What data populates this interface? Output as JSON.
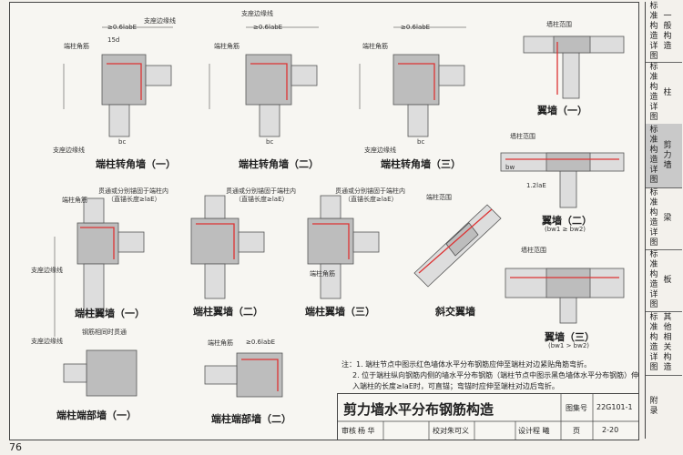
{
  "sidebar": {
    "tabs": [
      {
        "vertical": "标准构造详图",
        "big": "一般构造"
      },
      {
        "vertical": "标准构造详图",
        "big": "柱"
      },
      {
        "vertical": "标准构造详图",
        "big": "剪力墙"
      },
      {
        "vertical": "标准构造详图",
        "big": "梁"
      },
      {
        "vertical": "标准构造详图",
        "big": "板"
      },
      {
        "vertical": "标准构造详图",
        "big": "其他相关构造"
      },
      {
        "vertical": "附录",
        "big": ""
      }
    ],
    "active_index": 2
  },
  "diagrams": {
    "corner1": "端柱转角墙（一）",
    "corner2": "端柱转角墙（二）",
    "corner3": "端柱转角墙（三）",
    "wing1": "翼墙（一）",
    "wing2": "翼墙（二）",
    "wing2_sub": "(bw1 ≥ bw2)",
    "wing3": "翼墙（三）",
    "wing3_sub": "(bw1 > bw2)",
    "colwing1": "端柱翼墙（一）",
    "colwing2": "端柱翼墙（二）",
    "colwing3": "端柱翼墙（三）",
    "oblique": "斜交翼墙",
    "colend1": "端柱端部墙（一）",
    "colend2": "端柱端部墙（二）"
  },
  "annotations": {
    "col_range": "墙柱范围",
    "support_edge": "支座边缘线",
    "col_corner_bar": "端柱角筋",
    "col_corner": "端柱角筋",
    "through_anchor": "贯通或分别锚固于端柱内",
    "anchor_len": "（直锚长度≥laE）",
    "bar_through": "钢筋相同时贯通",
    "col_range2": "端柱范围",
    "dim_06": "≥0.6labE",
    "dim_15d": "15d",
    "dim_bc": "bc",
    "dim_bw": "bw",
    "dim_12": "1.2laE"
  },
  "notes": {
    "n1": "注：1. 端柱节点中图示红色墙体水平分布钢筋应伸至端柱对边紧贴角筋弯折。",
    "n2": "2. 位于端柱纵向钢筋内侧的墙水平分布钢筋（端柱节点中图示黑色墙体水平分布钢筋）伸入端柱的长度≥laE时，可直锚；弯锚时应伸至端柱对边后弯折。"
  },
  "title_block": {
    "title": "剪力墙水平分布钢筋构造",
    "atlas_label": "图集号",
    "atlas_no": "22G101-1",
    "review": "审核",
    "review_name": "杨 华",
    "check": "校对",
    "check_name": "朱可义",
    "design": "设计",
    "design_name": "程 曦",
    "page_label": "页",
    "page_no": "2-20"
  },
  "page_number": "76"
}
